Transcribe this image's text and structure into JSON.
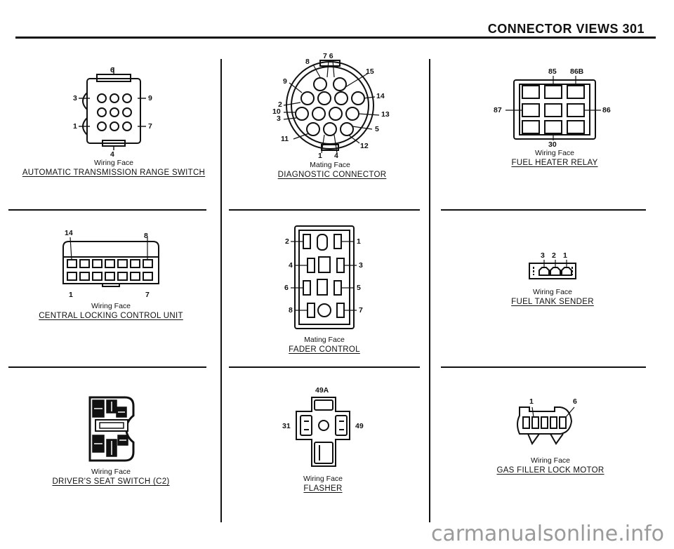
{
  "header": {
    "title": "CONNECTOR VIEWS  301"
  },
  "connectors": {
    "auto_trans": {
      "caption": "Wiring Face",
      "name": "AUTOMATIC TRANSMISSION RANGE SWITCH",
      "pins": [
        "6",
        "3",
        "9",
        "1",
        "7",
        "4"
      ]
    },
    "diagnostic": {
      "caption": "Mating Face",
      "name": "DIAGNOSTIC CONNECTOR",
      "pins": [
        "7 6",
        "8",
        "15",
        "9",
        "14",
        "2",
        "10",
        "3",
        "13",
        "5",
        "11",
        "12",
        "1",
        "4"
      ]
    },
    "fuel_heater": {
      "caption": "Wiring Face",
      "name": "FUEL HEATER RELAY",
      "pins": [
        "85",
        "86B",
        "87",
        "86",
        "30"
      ]
    },
    "central_locking": {
      "caption": "Wiring Face",
      "name": "CENTRAL LOCKING CONTROL UNIT",
      "pins": [
        "14",
        "8",
        "1",
        "7"
      ]
    },
    "fader": {
      "caption": "Mating Face",
      "name": "FADER CONTROL",
      "pins": [
        "2",
        "1",
        "4",
        "3",
        "6",
        "5",
        "8",
        "7"
      ]
    },
    "fuel_tank": {
      "caption": "Wiring Face",
      "name": "FUEL TANK SENDER",
      "pins": [
        "3",
        "2",
        "1"
      ]
    },
    "seat_switch": {
      "caption": "Wiring Face",
      "name": "DRIVER'S SEAT SWITCH (C2)"
    },
    "flasher": {
      "caption": "Wiring Face",
      "name": "FLASHER",
      "pins": [
        "49A",
        "31",
        "49"
      ]
    },
    "gas_filler": {
      "caption": "Wiring Face",
      "name": "GAS FILLER LOCK MOTOR",
      "pins": [
        "1",
        "6"
      ]
    }
  },
  "watermark": "carmanualsonline.info"
}
